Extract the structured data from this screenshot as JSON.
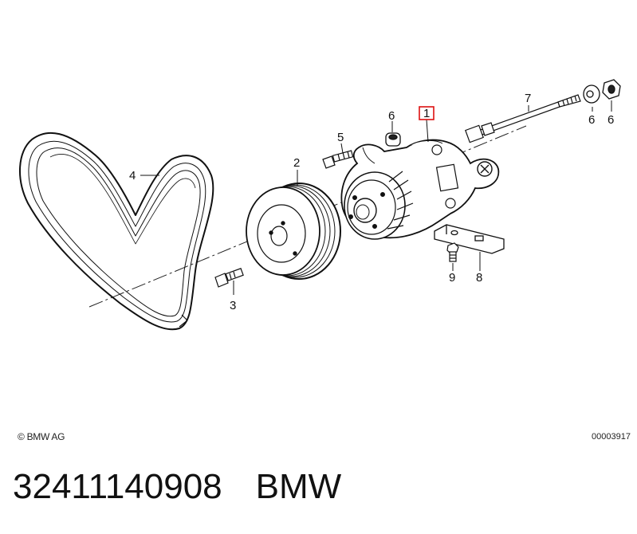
{
  "diagram": {
    "callouts": [
      "1",
      "2",
      "3",
      "4",
      "5",
      "6",
      "6",
      "6",
      "7",
      "8",
      "9"
    ],
    "highlighted_callout": "1",
    "copyright": "© BMW AG",
    "document_number": "00003917"
  },
  "footer": {
    "part_number": "32411140908",
    "brand": "BMW"
  },
  "colors": {
    "highlight": "#dd1111",
    "line": "#111111"
  }
}
